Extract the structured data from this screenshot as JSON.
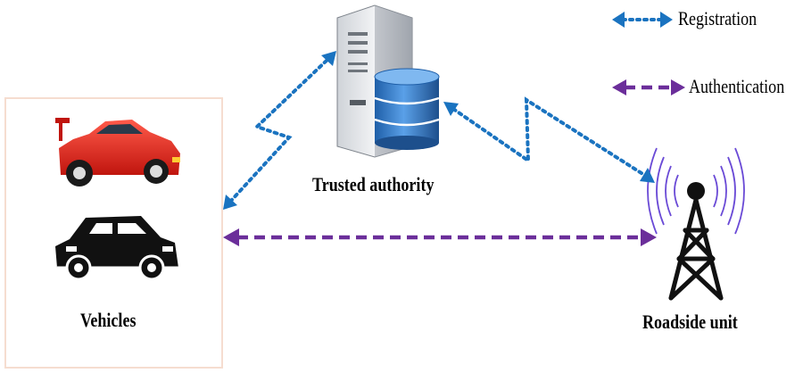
{
  "legend": {
    "registration_label": "Registration",
    "authentication_label": "Authentication"
  },
  "nodes": {
    "vehicles_label": "Vehicles",
    "trusted_authority_label": "Trusted authority",
    "roadside_unit_label": "Roadside unit"
  },
  "colors": {
    "registration": "#1a73c0",
    "authentication": "#6b2e9a",
    "car_red": "#e0251c",
    "tower": "#111111",
    "signal_wave": "#6a4ad6",
    "vehicles_box_border": "#f6ddd0"
  },
  "icons": {
    "red_car": "red-car-icon",
    "black_car": "black-car-icon",
    "server": "server-icon",
    "database": "database-icon",
    "tower": "radio-tower-icon"
  }
}
